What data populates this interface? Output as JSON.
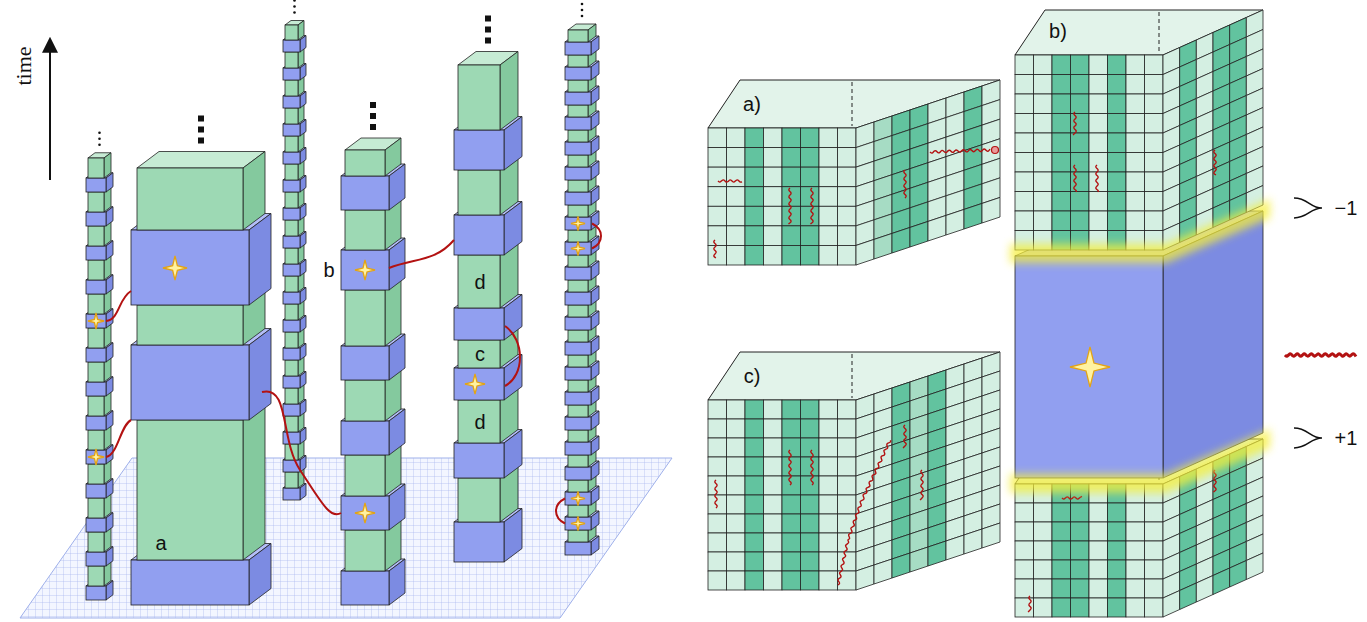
{
  "diagram": {
    "labels": [
      "time",
      "a",
      "b",
      "c",
      "d",
      "d",
      "a)",
      "b)",
      "c)",
      "−1",
      "+1"
    ]
  }
}
